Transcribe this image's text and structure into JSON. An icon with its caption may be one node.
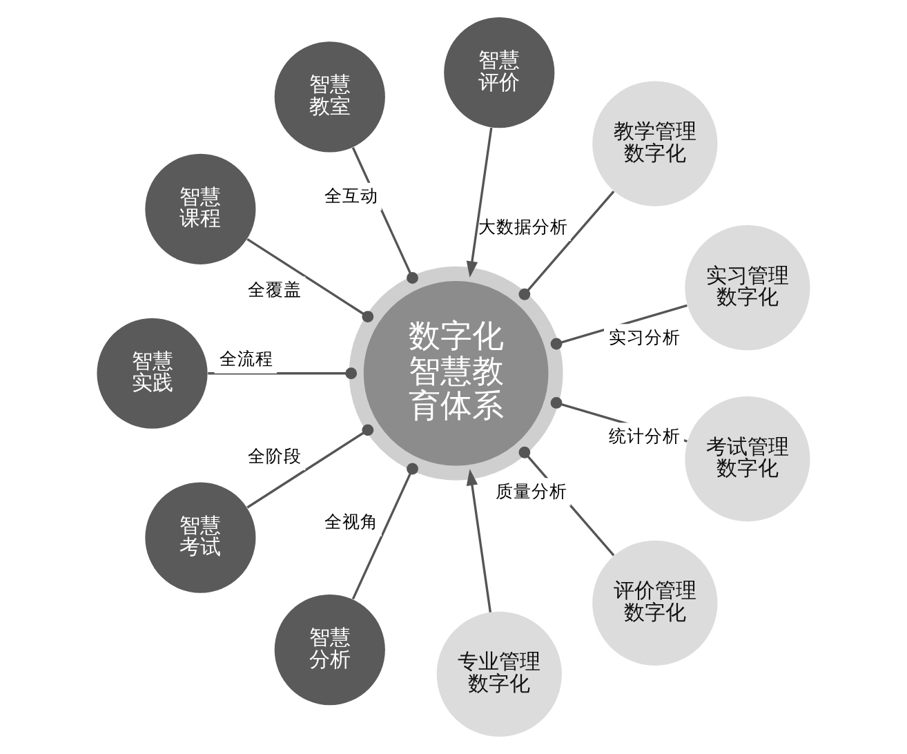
{
  "diagram": {
    "nodes": [
      {
        "text": [
          "数字化智慧教育体系"
        ]
      },
      {
        "text": [
          "智慧评价"
        ]
      },
      {
        "text": [
          "智慧教室"
        ]
      },
      {
        "text": [
          "智慧课程"
        ]
      },
      {
        "text": [
          "智慧实践"
        ]
      },
      {
        "text": [
          "智慧考试"
        ]
      },
      {
        "text": [
          "智慧分析"
        ]
      },
      {
        "text": [
          "专业管理数字化"
        ]
      },
      {
        "text": [
          "评价管理数字化"
        ]
      },
      {
        "text": [
          "考试管理数字化"
        ]
      },
      {
        "text": [
          "实习管理数字化"
        ]
      },
      {
        "text": [
          "教学管理数字化"
        ]
      }
    ],
    "edges": [
      {
        "from": 10,
        "to": 0,
        "arrow": "other",
        "label": "实习分析"
      },
      {
        "from": 11,
        "to": 0,
        "arrow": "other",
        "label": "大数据分析"
      },
      {
        "from": 1,
        "to": 0,
        "arrow": "to"
      },
      {
        "from": 2,
        "to": 0,
        "arrow": "other",
        "label": "全互动"
      },
      {
        "from": 3,
        "to": 0,
        "arrow": "other",
        "label": "全覆盖"
      },
      {
        "from": 4,
        "to": 0,
        "arrow": "other",
        "label": "全流程"
      },
      {
        "from": 5,
        "to": 0,
        "arrow": "other",
        "label": "全阶段"
      },
      {
        "from": 6,
        "to": 0,
        "arrow": "other",
        "label": "全视角"
      },
      {
        "from": 7,
        "to": 0,
        "arrow": "to"
      },
      {
        "from": 8,
        "to": 0,
        "arrow": "other",
        "label": "质量分析"
      },
      {
        "from": 9,
        "to": 0,
        "arrow": "other",
        "label": "统计分析"
      }
    ]
  }
}
